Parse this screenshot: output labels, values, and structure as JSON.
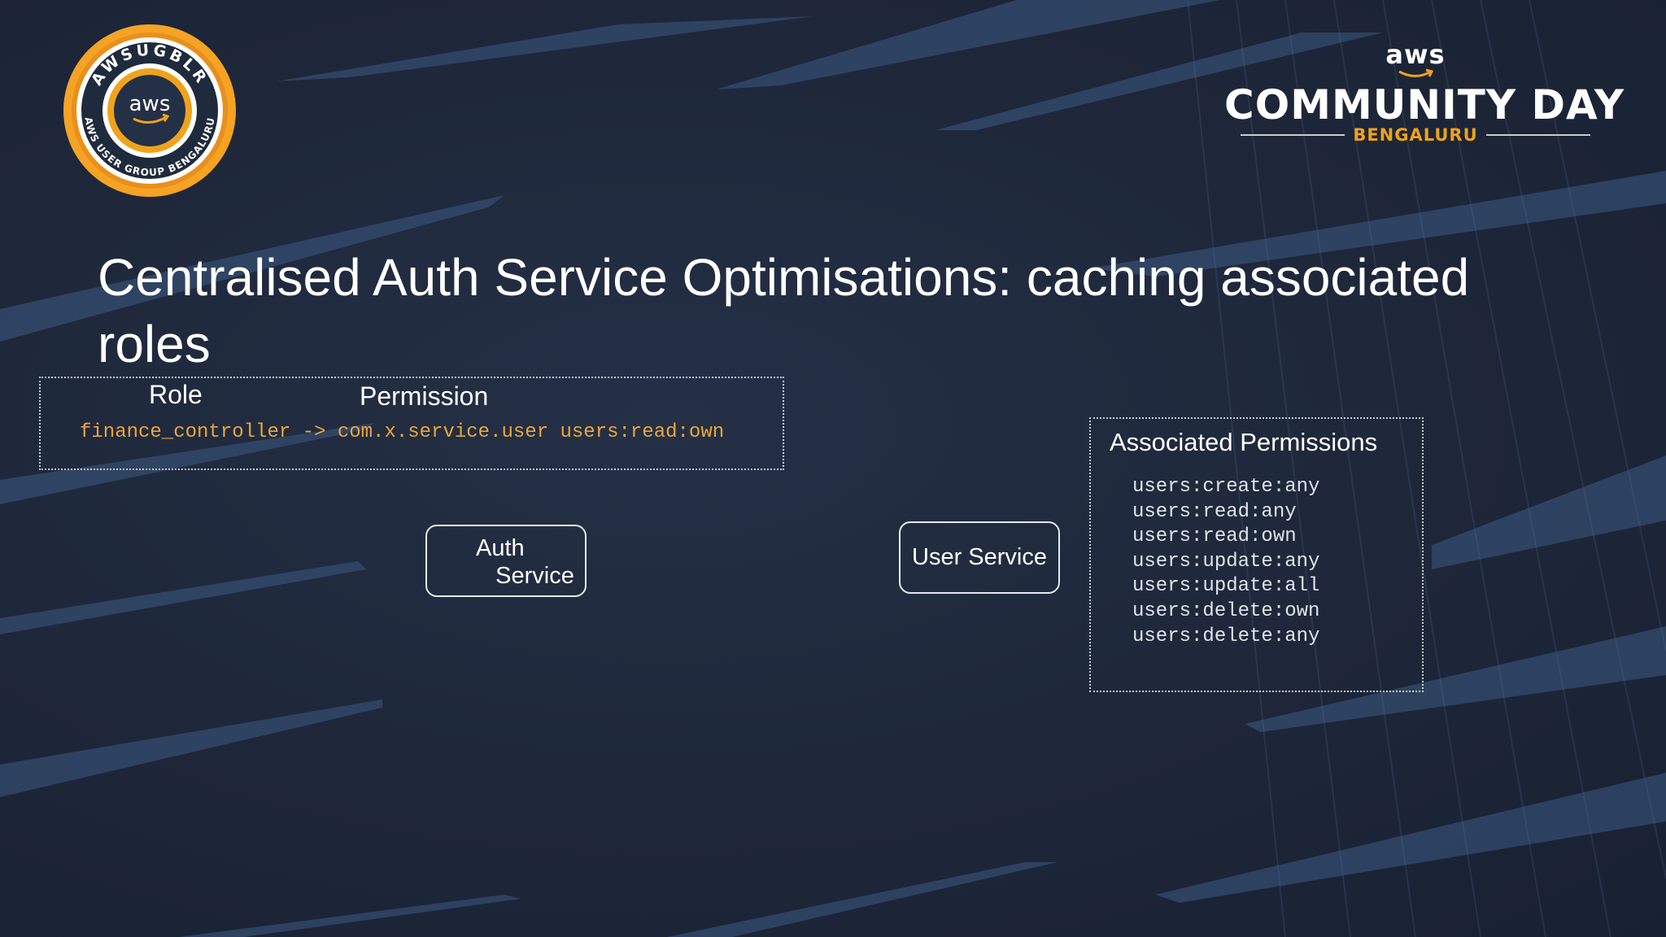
{
  "badge": {
    "top_text": "AWSUGBLR",
    "center_text": "aws",
    "bottom_text": "AWS USER GROUP BENGALURU"
  },
  "event_logo": {
    "brand": "aws",
    "title": "COMMUNITY DAY",
    "city": "BENGALURU",
    "colors": {
      "accent": "#f0a21c",
      "text": "#ffffff"
    }
  },
  "slide": {
    "title": "Centralised Auth Service Optimisations: caching associated roles"
  },
  "role_table": {
    "role_header": "Role",
    "permission_header": "Permission",
    "mapping": "finance_controller -> com.x.service.user users:read:own",
    "mapping_color": "#eba63a"
  },
  "services": {
    "auth": "Auth\n   Service",
    "user": "User Service"
  },
  "associated_permissions": {
    "title": "Associated Permissions",
    "items": [
      "users:create:any",
      "users:read:any",
      "users:read:own",
      "users:update:any",
      "users:update:all",
      "users:delete:own",
      "users:delete:any"
    ]
  },
  "colors": {
    "background": "#1e2739",
    "streak": "#3f5d87"
  }
}
